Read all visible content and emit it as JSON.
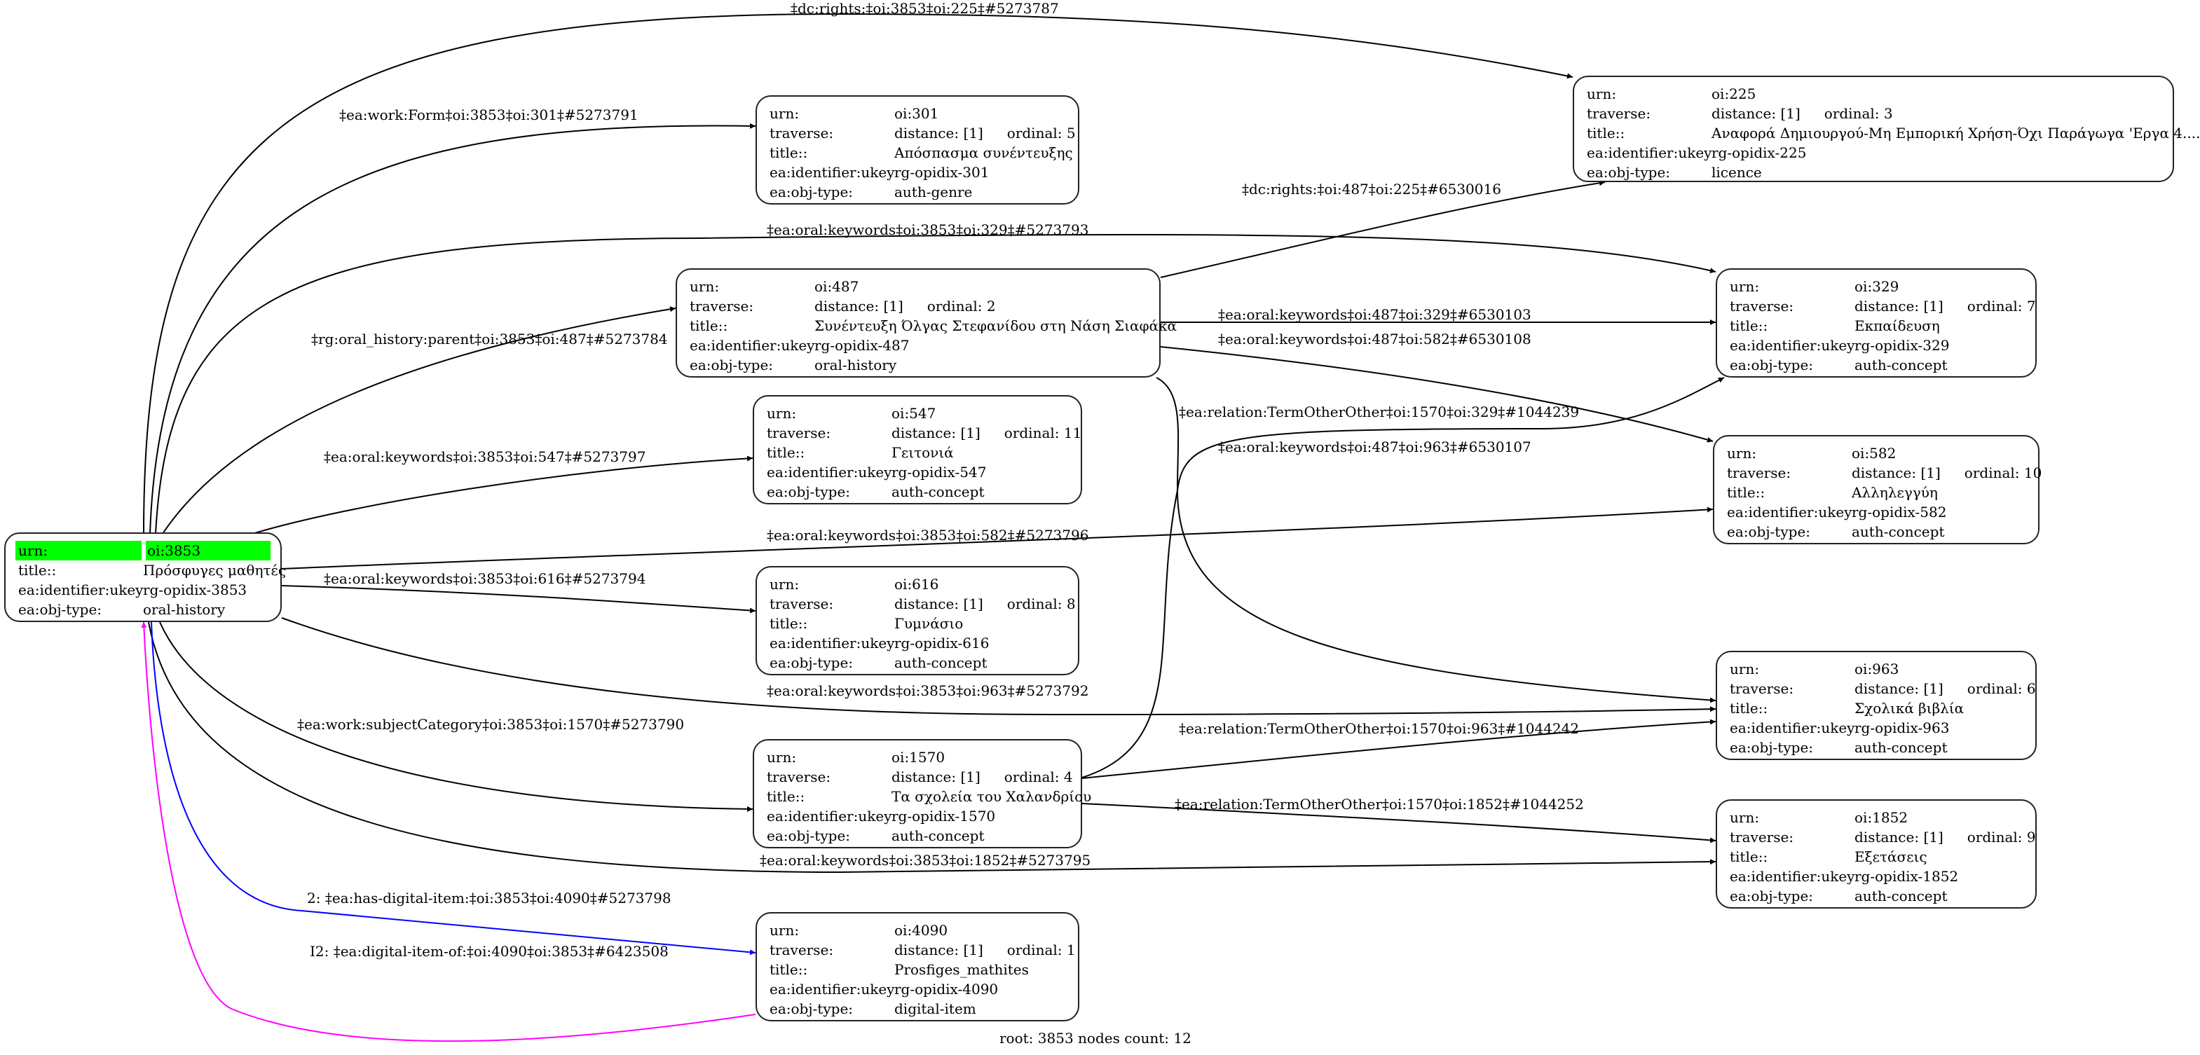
{
  "graph": {
    "root_id": "3853",
    "footer": "root: 3853 nodes count: 12",
    "colors": {
      "edge": "#000000",
      "digital_item_edge": "#0000ff",
      "reverse_edge": "#ff00ff",
      "root_highlight": "#00ff00"
    },
    "nodes": [
      {
        "id": "3853",
        "root": true,
        "rows": [
          {
            "k": "urn:",
            "v": "oi:3853"
          },
          {
            "k": "title::",
            "v": "Πρόσφυγες μαθητές"
          },
          {
            "k": "ea:identifier:ukey",
            "v": "rg-opidix-3853"
          },
          {
            "k": "ea:obj-type:",
            "v": "oral-history"
          }
        ]
      },
      {
        "id": "225",
        "urn": "oi:225",
        "distance": "distance: [1]",
        "ordinal": "ordinal: 3",
        "title": "Αναφορά Δημιουργού-Μη Εμπορική Χρήση-Όχι Παράγωγα 'Εργα 4....",
        "ukey": "rg-opidix-225",
        "type": "licence"
      },
      {
        "id": "301",
        "urn": "oi:301",
        "distance": "distance: [1]",
        "ordinal": "ordinal: 5",
        "title": "Απόσπασμα συνέντευξης",
        "ukey": "rg-opidix-301",
        "type": "auth-genre"
      },
      {
        "id": "487",
        "urn": "oi:487",
        "distance": "distance: [1]",
        "ordinal": "ordinal: 2",
        "title": "Συνέντευξη Όλγας Στεφανίδου στη Νάση Σιαφάκα",
        "ukey": "rg-opidix-487",
        "type": "oral-history"
      },
      {
        "id": "329",
        "urn": "oi:329",
        "distance": "distance: [1]",
        "ordinal": "ordinal: 7",
        "title": "Εκπαίδευση",
        "ukey": "rg-opidix-329",
        "type": "auth-concept"
      },
      {
        "id": "547",
        "urn": "oi:547",
        "distance": "distance: [1]",
        "ordinal": "ordinal: 11",
        "title": "Γειτονιά",
        "ukey": "rg-opidix-547",
        "type": "auth-concept"
      },
      {
        "id": "582",
        "urn": "oi:582",
        "distance": "distance: [1]",
        "ordinal": "ordinal: 10",
        "title": "Αλληλεγγύη",
        "ukey": "rg-opidix-582",
        "type": "auth-concept"
      },
      {
        "id": "616",
        "urn": "oi:616",
        "distance": "distance: [1]",
        "ordinal": "ordinal: 8",
        "title": "Γυμνάσιο",
        "ukey": "rg-opidix-616",
        "type": "auth-concept"
      },
      {
        "id": "963",
        "urn": "oi:963",
        "distance": "distance: [1]",
        "ordinal": "ordinal: 6",
        "title": "Σχολικά βιβλία",
        "ukey": "rg-opidix-963",
        "type": "auth-concept"
      },
      {
        "id": "1570",
        "urn": "oi:1570",
        "distance": "distance: [1]",
        "ordinal": "ordinal: 4",
        "title": "Τα σχολεία του Χαλανδρίου",
        "ukey": "rg-opidix-1570",
        "type": "auth-concept"
      },
      {
        "id": "1852",
        "urn": "oi:1852",
        "distance": "distance: [1]",
        "ordinal": "ordinal: 9",
        "title": "Εξετάσεις",
        "ukey": "rg-opidix-1852",
        "type": "auth-concept"
      },
      {
        "id": "4090",
        "urn": "oi:4090",
        "distance": "distance: [1]",
        "ordinal": "ordinal: 1",
        "title": "Prosfiges_mathites",
        "ukey": "rg-opidix-4090",
        "type": "digital-item"
      }
    ],
    "row_keys": {
      "urn": "urn:",
      "traverse": "traverse:",
      "title": "title::",
      "ukey": "ea:identifier:ukey",
      "type": "ea:obj-type:"
    },
    "edges": [
      {
        "id": "e1",
        "from": "3853",
        "to": "225",
        "label": "‡dc:rights:‡oi:3853‡oi:225‡#5273787",
        "kind": "normal"
      },
      {
        "id": "e2",
        "from": "3853",
        "to": "301",
        "label": "‡ea:work:Form‡oi:3853‡oi:301‡#5273791",
        "kind": "normal"
      },
      {
        "id": "e3",
        "from": "3853",
        "to": "329",
        "label": "‡ea:oral:keywords‡oi:3853‡oi:329‡#5273793",
        "kind": "normal"
      },
      {
        "id": "e4",
        "from": "3853",
        "to": "487",
        "label": "‡rg:oral_history:parent‡oi:3853‡oi:487‡#5273784",
        "kind": "normal"
      },
      {
        "id": "e5",
        "from": "3853",
        "to": "547",
        "label": "‡ea:oral:keywords‡oi:3853‡oi:547‡#5273797",
        "kind": "normal"
      },
      {
        "id": "e6",
        "from": "3853",
        "to": "582",
        "label": "‡ea:oral:keywords‡oi:3853‡oi:582‡#5273796",
        "kind": "normal"
      },
      {
        "id": "e7",
        "from": "3853",
        "to": "616",
        "label": "‡ea:oral:keywords‡oi:3853‡oi:616‡#5273794",
        "kind": "normal"
      },
      {
        "id": "e8",
        "from": "3853",
        "to": "963",
        "label": "‡ea:oral:keywords‡oi:3853‡oi:963‡#5273792",
        "kind": "normal"
      },
      {
        "id": "e9",
        "from": "3853",
        "to": "1570",
        "label": "‡ea:work:subjectCategory‡oi:3853‡oi:1570‡#5273790",
        "kind": "normal"
      },
      {
        "id": "e10",
        "from": "3853",
        "to": "1852",
        "label": "‡ea:oral:keywords‡oi:3853‡oi:1852‡#5273795",
        "kind": "normal"
      },
      {
        "id": "e11",
        "from": "3853",
        "to": "4090",
        "label": "2: ‡ea:has-digital-item:‡oi:3853‡oi:4090‡#5273798",
        "kind": "digital"
      },
      {
        "id": "e12",
        "from": "4090",
        "to": "3853",
        "label": "I2: ‡ea:digital-item-of:‡oi:4090‡oi:3853‡#6423508",
        "kind": "reverse"
      },
      {
        "id": "e13",
        "from": "487",
        "to": "225",
        "label": "‡dc:rights:‡oi:487‡oi:225‡#6530016",
        "kind": "normal"
      },
      {
        "id": "e14",
        "from": "487",
        "to": "329",
        "label": "‡ea:oral:keywords‡oi:487‡oi:329‡#6530103",
        "kind": "normal"
      },
      {
        "id": "e15",
        "from": "487",
        "to": "582",
        "label": "‡ea:oral:keywords‡oi:487‡oi:582‡#6530108",
        "kind": "normal"
      },
      {
        "id": "e16",
        "from": "487",
        "to": "963",
        "label": "‡ea:oral:keywords‡oi:487‡oi:963‡#6530107",
        "kind": "normal"
      },
      {
        "id": "e17",
        "from": "1570",
        "to": "329",
        "label": "‡ea:relation:TermOtherOther‡oi:1570‡oi:329‡#1044239",
        "kind": "normal"
      },
      {
        "id": "e18",
        "from": "1570",
        "to": "963",
        "label": "‡ea:relation:TermOtherOther‡oi:1570‡oi:963‡#1044242",
        "kind": "normal"
      },
      {
        "id": "e19",
        "from": "1570",
        "to": "1852",
        "label": "‡ea:relation:TermOtherOther‡oi:1570‡oi:1852‡#1044252",
        "kind": "normal"
      }
    ]
  }
}
